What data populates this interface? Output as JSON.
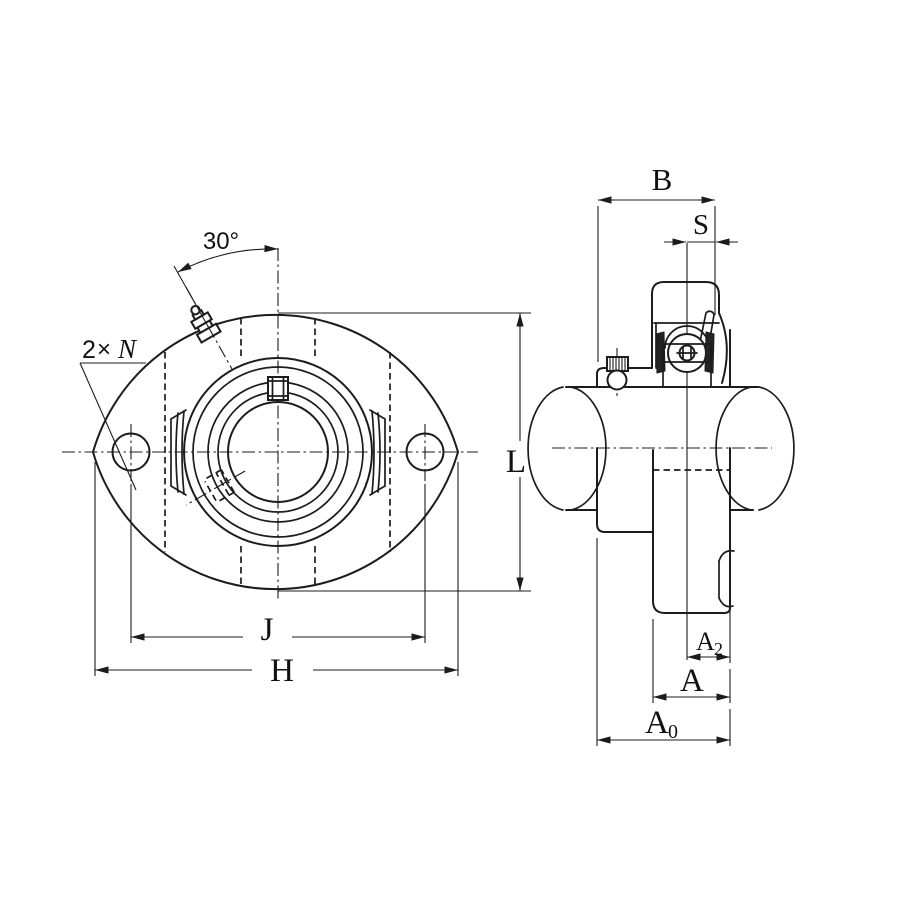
{
  "drawing": {
    "title": "Two-bolt flange bearing unit - dimensional drawing",
    "views": [
      "front view",
      "side section view"
    ]
  },
  "labels": {
    "angle_deg": "30°",
    "holes_qty": "2",
    "holes_times": "×",
    "holes_size": "N",
    "dim_L": "L",
    "dim_J": "J",
    "dim_H": "H",
    "dim_B": "B",
    "dim_S": "S",
    "dim_A": "A",
    "dim_A2_base": "A",
    "dim_A2_sub": "2",
    "dim_A0_base": "A",
    "dim_A0_sub": "0"
  },
  "colors": {
    "line": "#1c1c1c",
    "background": "#ffffff"
  }
}
